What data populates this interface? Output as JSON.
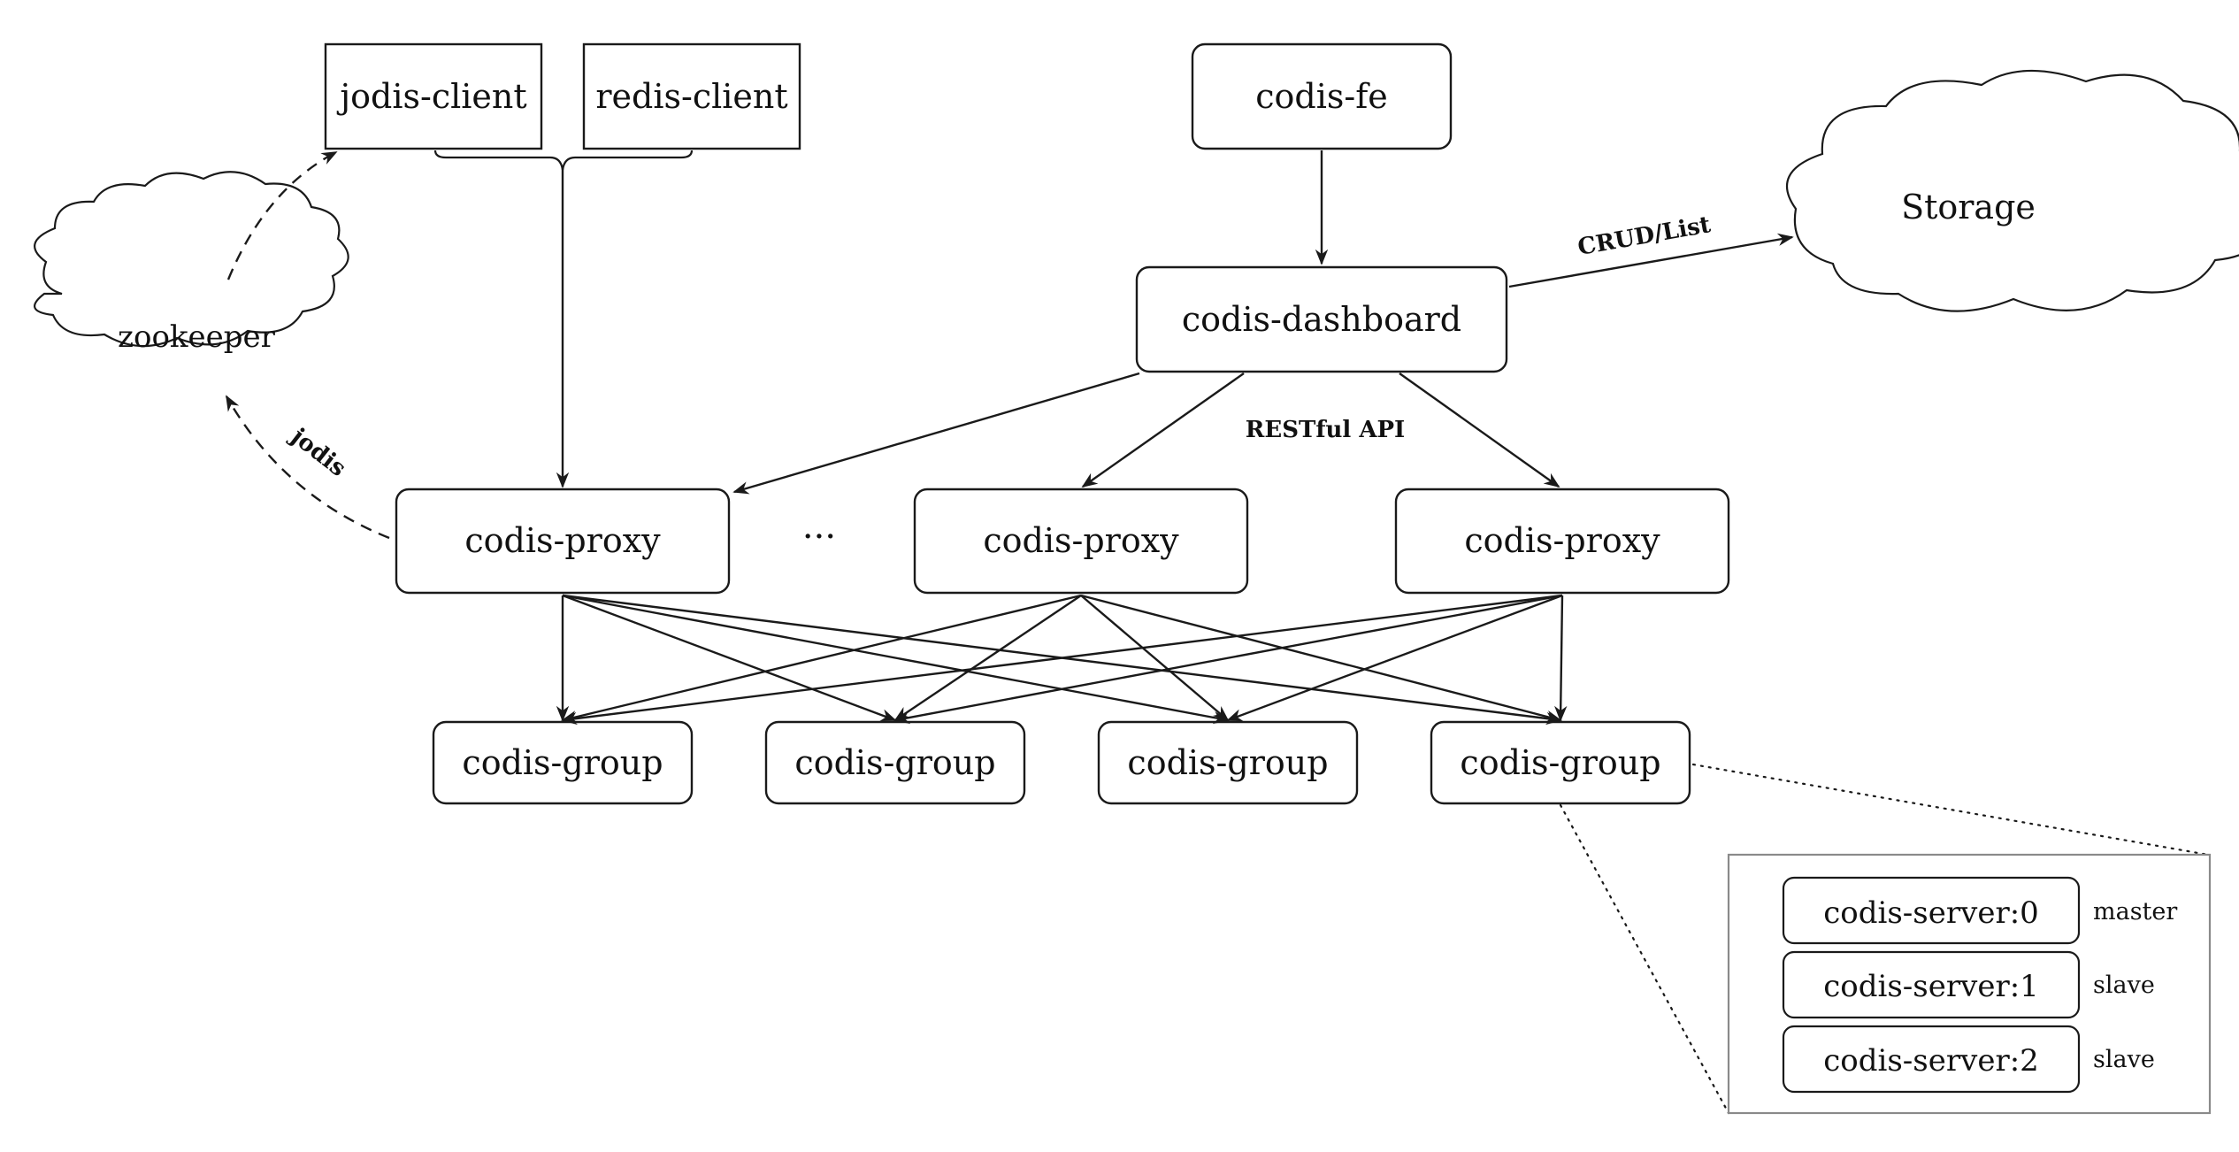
{
  "nodes": {
    "jodis_client": "jodis-client",
    "redis_client": "redis-client",
    "codis_fe": "codis-fe",
    "storage": "Storage",
    "zookeeper": "zookeeper",
    "codis_dashboard": "codis-dashboard",
    "codis_proxy_1": "codis-proxy",
    "codis_proxy_2": "codis-proxy",
    "codis_proxy_3": "codis-proxy",
    "ellipsis": "···",
    "codis_group_1": "codis-group",
    "codis_group_2": "codis-group",
    "codis_group_3": "codis-group",
    "codis_group_4": "codis-group"
  },
  "edge_labels": {
    "crud_list": "CRUD/List",
    "restful_api": "RESTful API",
    "jodis": "jodis"
  },
  "group_detail": {
    "servers": [
      {
        "name": "codis-server:0",
        "role": "master"
      },
      {
        "name": "codis-server:1",
        "role": "slave"
      },
      {
        "name": "codis-server:2",
        "role": "slave"
      }
    ]
  }
}
